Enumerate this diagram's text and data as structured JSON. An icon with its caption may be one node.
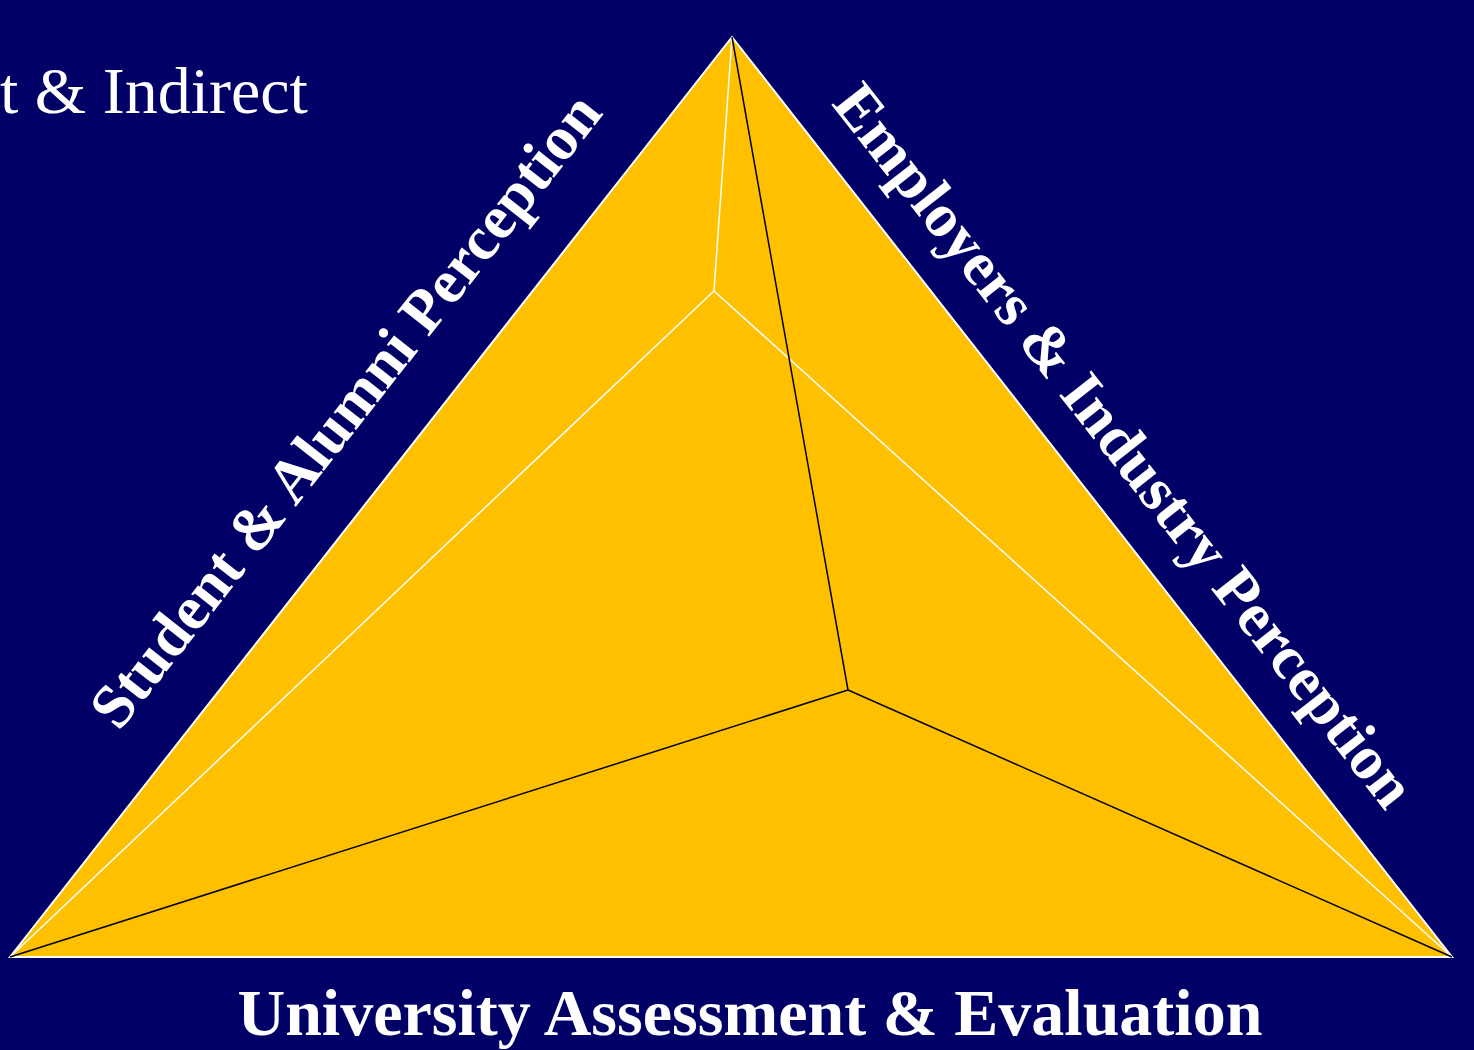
{
  "diagram": {
    "labels": [
      "t & Indirect",
      "Student & Alumni Perception",
      "Employers & Industry Perception",
      "University Assessment & Evaluation"
    ]
  }
}
